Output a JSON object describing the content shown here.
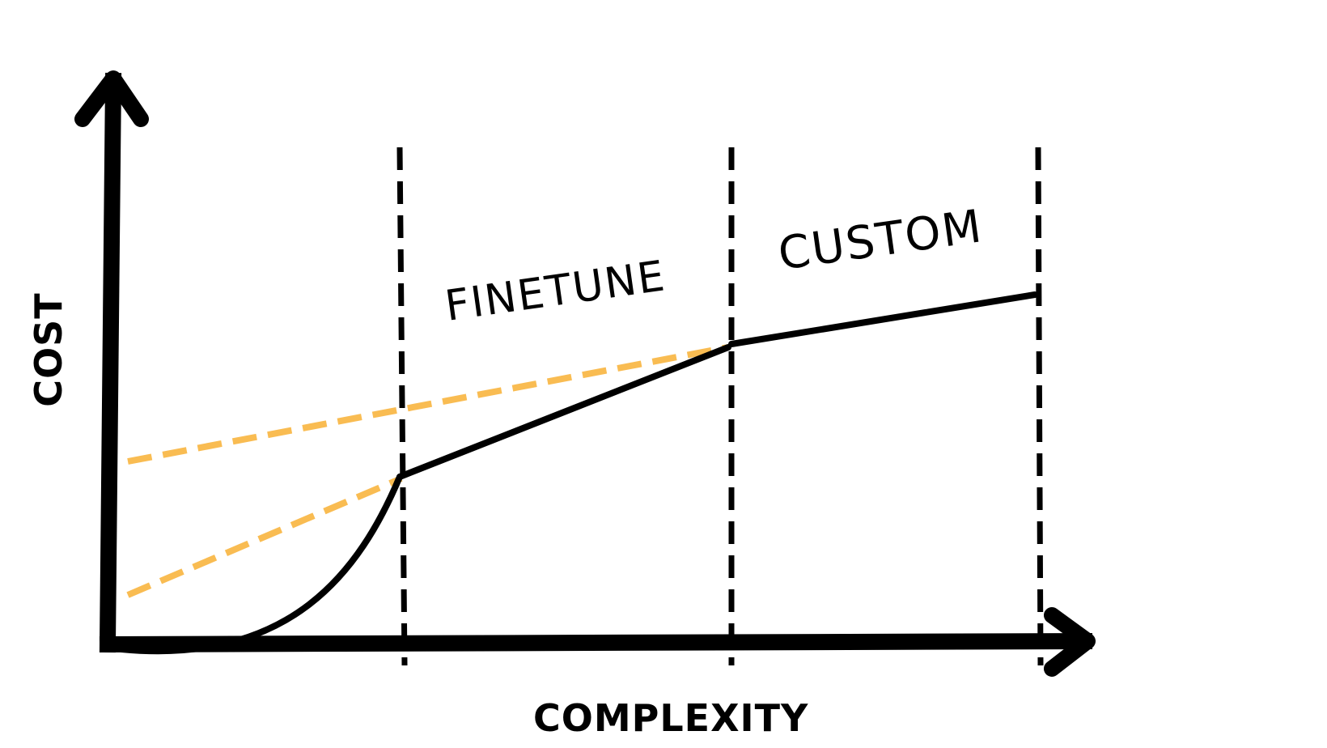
{
  "axes": {
    "x_label": "COMPLEXITY",
    "y_label": "COST"
  },
  "regions": {
    "finetune_label": "FINETUNE",
    "custom_label": "CUSTOM"
  },
  "colors": {
    "ink": "#000000",
    "accent_dashed": "#f9bc52",
    "background": "#ffffff"
  }
}
